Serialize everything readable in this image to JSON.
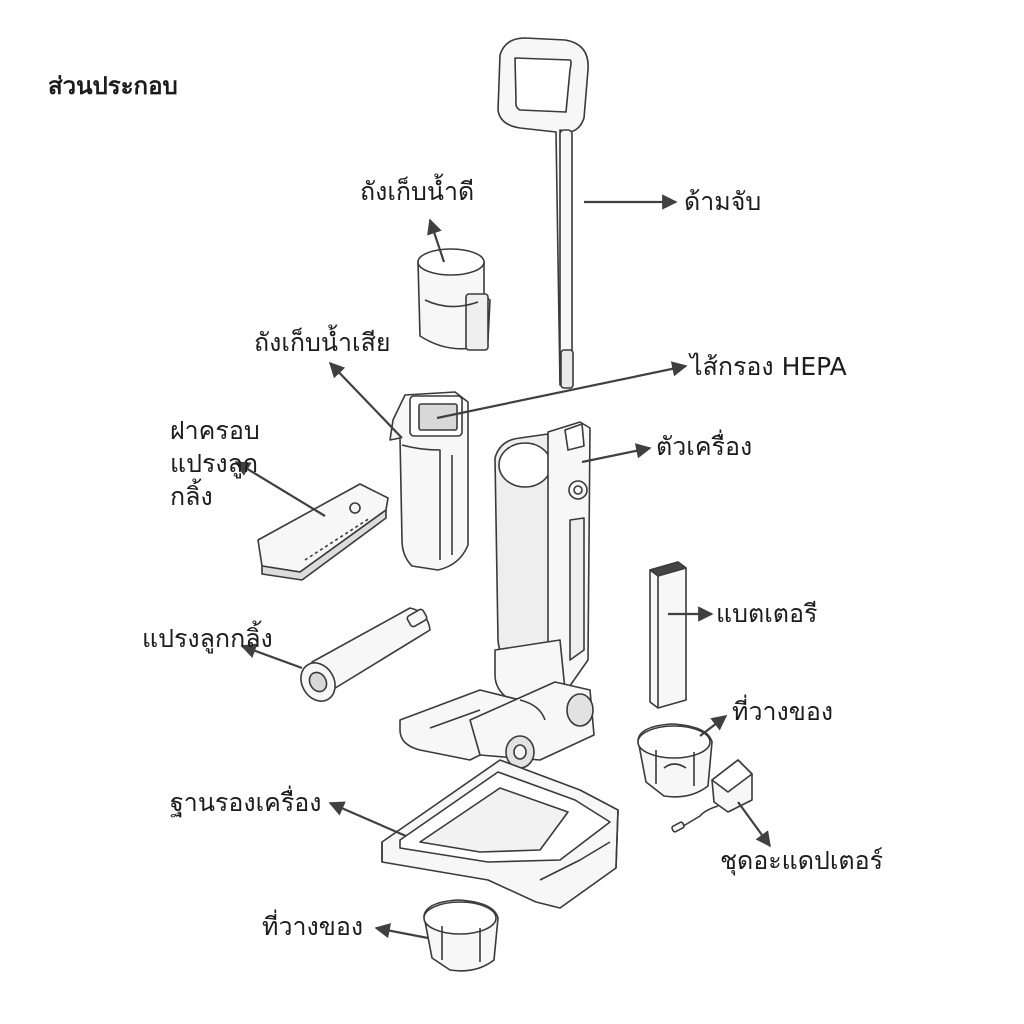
{
  "title": "ส่วนประกอบ",
  "labels": {
    "clean_tank": "ถังเก็บน้ำดี",
    "handle": "ด้ามจับ",
    "dirty_tank": "ถังเก็บน้ำเสีย",
    "hepa_filter": "ไส้กรอง HEPA",
    "brush_cover": "ฝาครอบแปรงลูกกลิ้ง",
    "main_unit": "ตัวเครื่อง",
    "battery": "แบตเตอรี",
    "roller_brush": "แปรงลูกกลิ้ง",
    "holder_right": "ที่วางของ",
    "base_station": "ฐานรองเครื่อง",
    "adapter": "ชุดอะแดปเตอร์",
    "holder_bottom": "ที่วางของ"
  },
  "colors": {
    "line": "#3a3a3a",
    "arrow": "#404040",
    "part_fill": "#f7f7f7",
    "part_shadow": "#cfcfcf",
    "text": "#1c1c1c"
  }
}
